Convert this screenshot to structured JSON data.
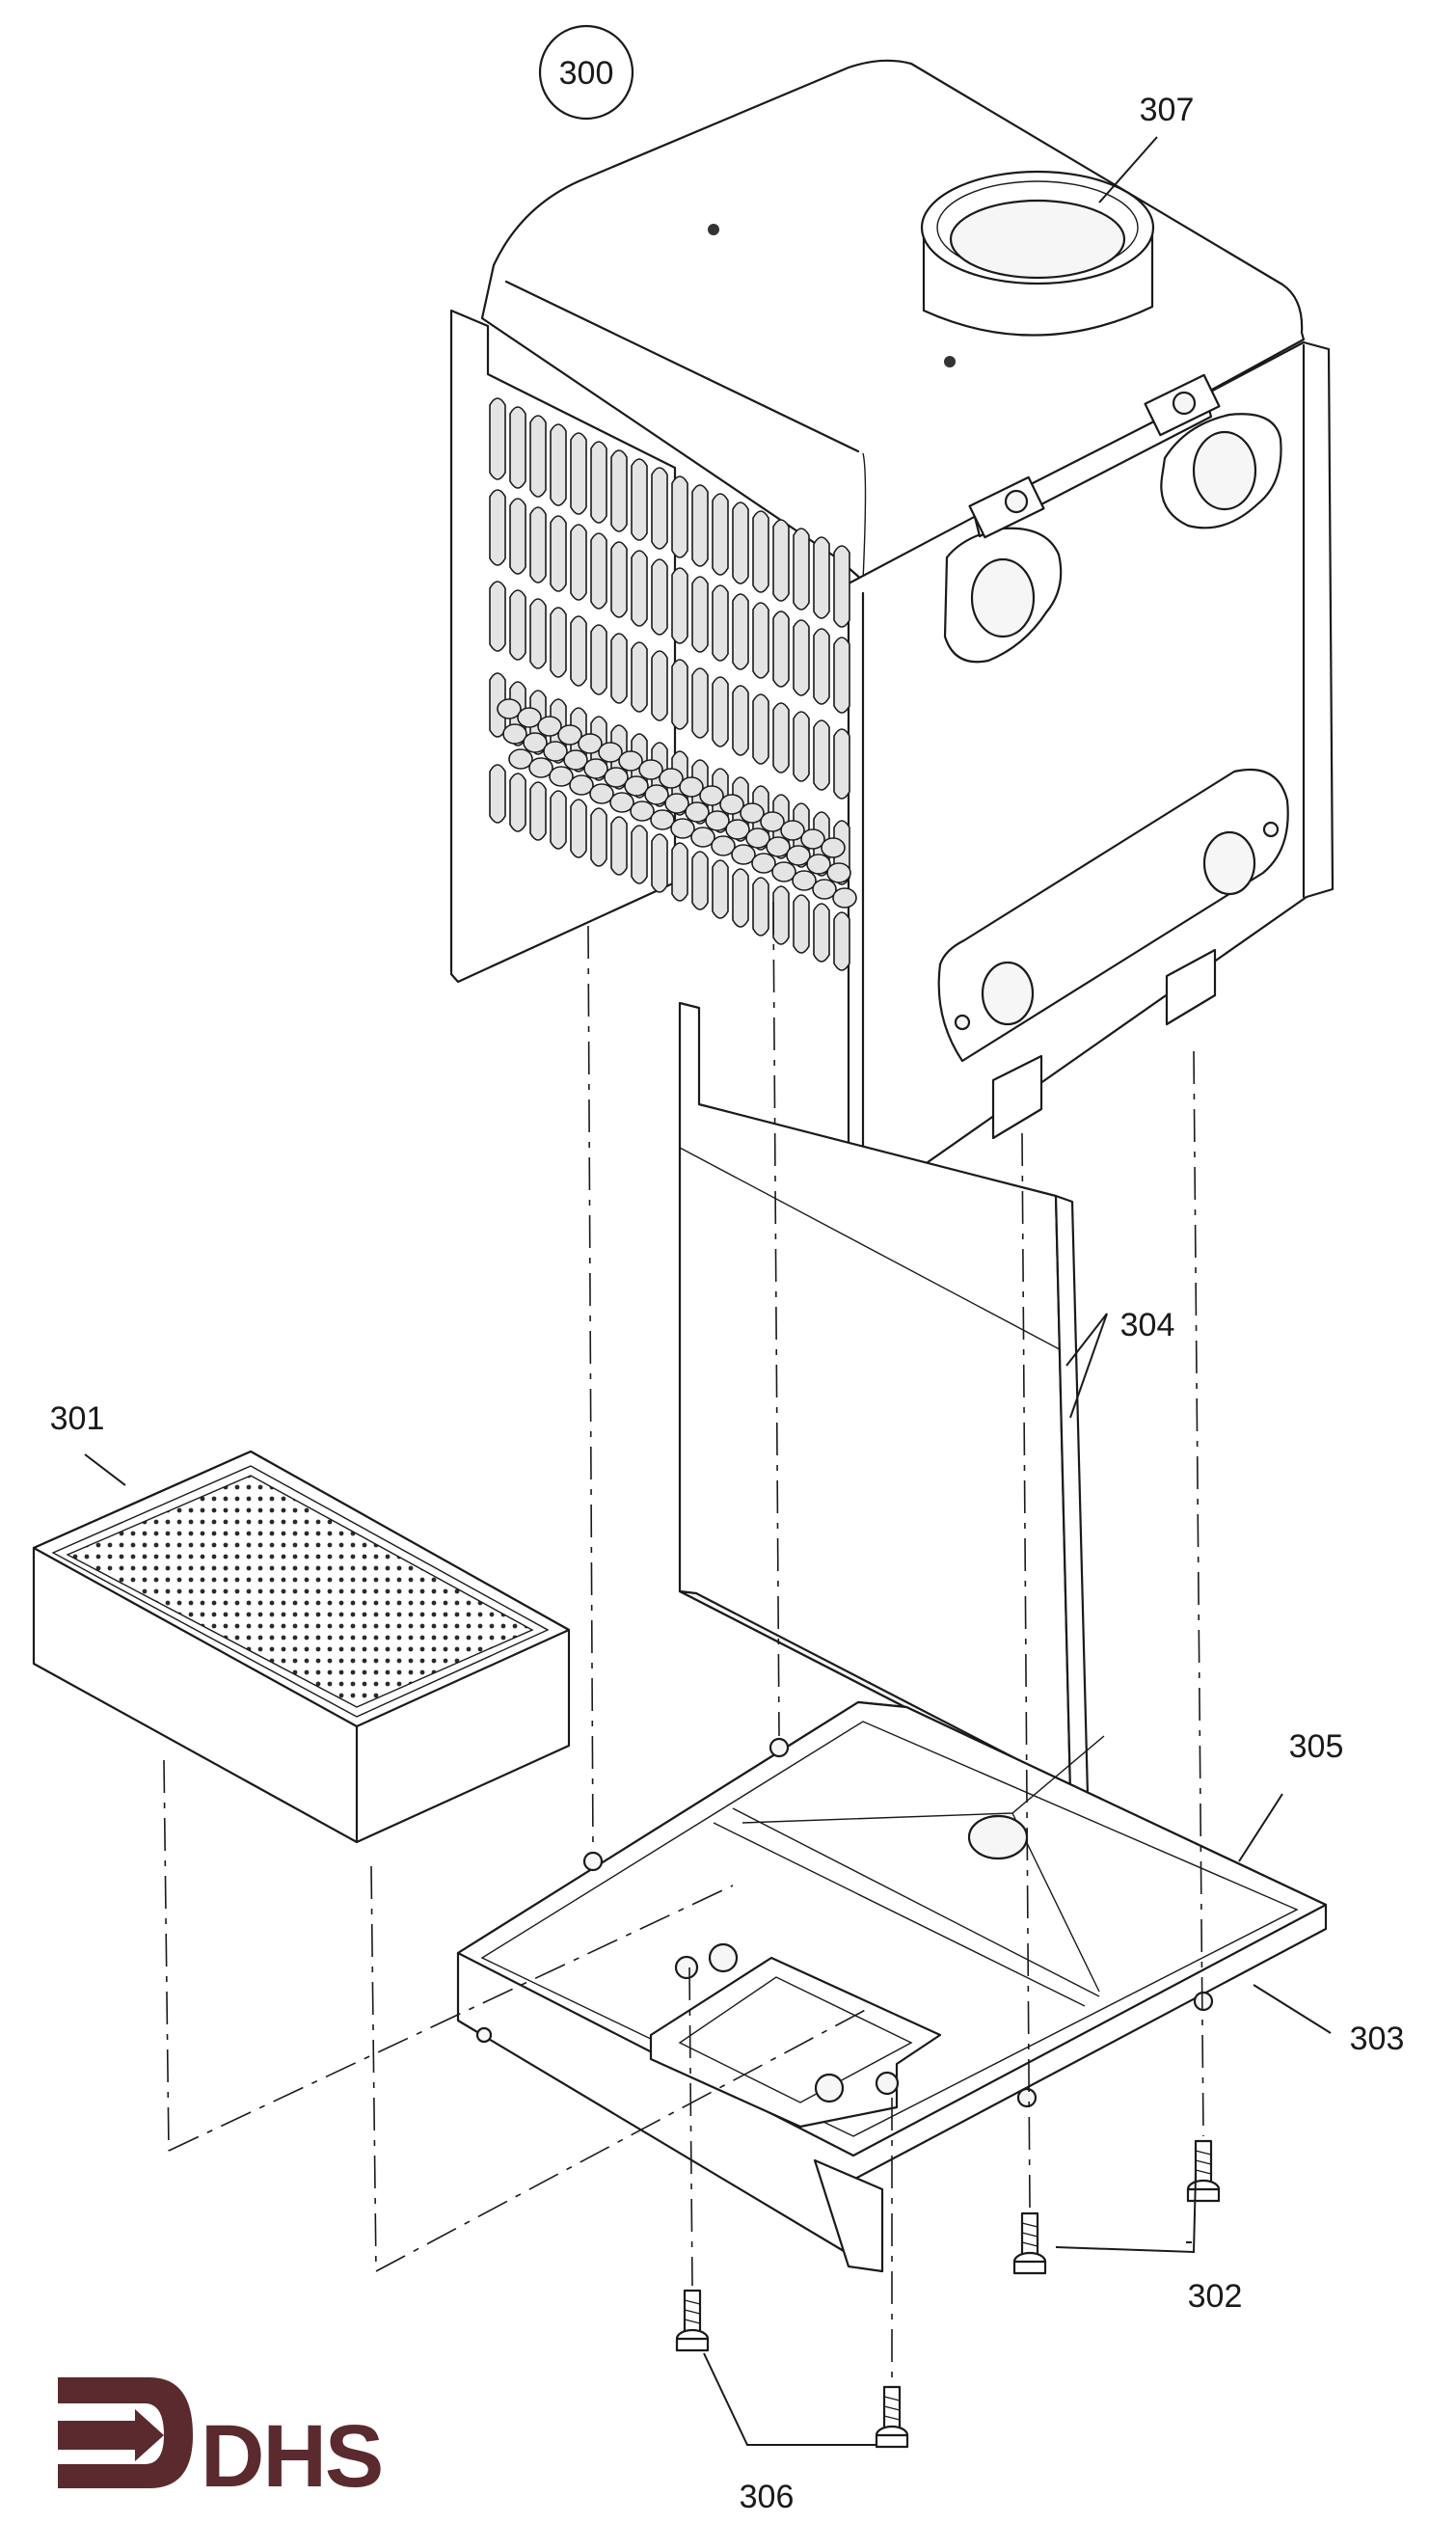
{
  "callouts": {
    "c300": "300",
    "c307": "307",
    "c301": "301",
    "c304": "304",
    "c305": "305",
    "c303": "303",
    "c302": "302",
    "c306": "306"
  },
  "logo": {
    "text": "DHS",
    "color": "#5a2a2e"
  }
}
